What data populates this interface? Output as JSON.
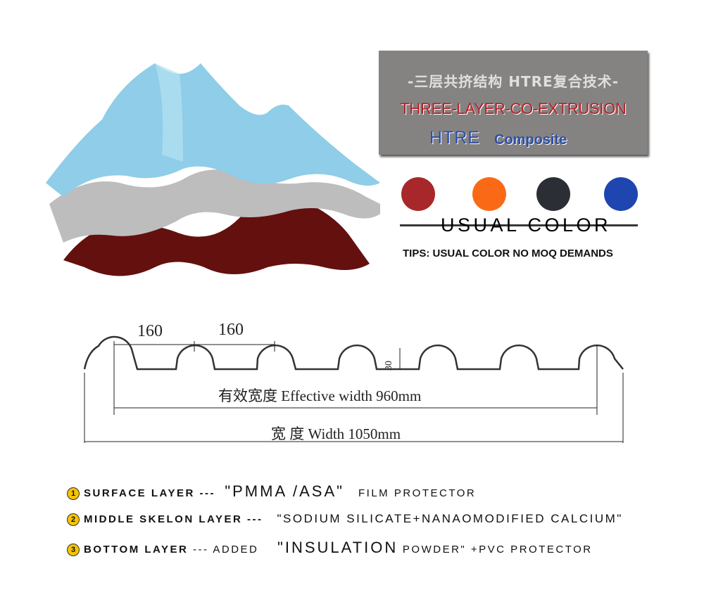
{
  "banner": {
    "cn_title": "-三层共挤结构 HTRE复合技术-",
    "en_title": "THREE-LAYER-CO-EXTRUSION",
    "brand": "HTRE",
    "brand_sub": "Composite"
  },
  "colors": {
    "title": "USUAL COLOR",
    "tips": "TIPS:  USUAL COLOR NO MOQ DEMANDS",
    "swatches": [
      "#a8272b",
      "#fa6a16",
      "#2b2e35",
      "#1e45b0"
    ]
  },
  "profile": {
    "pitch1": "160",
    "pitch2": "160",
    "height": "30",
    "effective": "有效宽度 Effective width 960mm",
    "width": "宽 度 Width 1050mm"
  },
  "layers": [
    {
      "num": "1",
      "name": "SURFACE LAYER ---",
      "mid": "",
      "material": "\"PMMA /ASA\"",
      "tail": "FILM PROTECTOR"
    },
    {
      "num": "2",
      "name": "MIDDLE SKELON LAYER ---",
      "mid": "",
      "material": "\"SODIUM SILICATE+NANAOMODIFIED CALCIUM\"",
      "tail": ""
    },
    {
      "num": "3",
      "name": "BOTTOM LAYER",
      "mid": "--- ADDED",
      "material": "\"INSULATION",
      "tail": "POWDER\"  +PVC PROTECTOR"
    }
  ]
}
